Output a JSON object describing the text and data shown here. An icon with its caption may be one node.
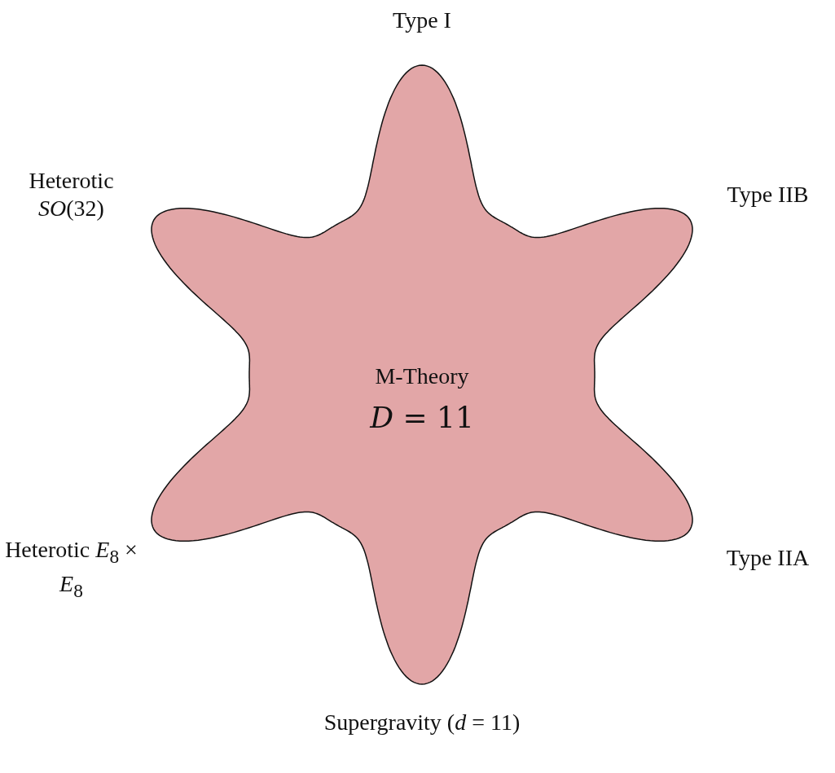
{
  "diagram": {
    "nodes": [
      {
        "text": [
          "M-Theory",
          "*D* = 11"
        ]
      }
    ],
    "labels": [
      "Type I",
      "Heterotic *SO*(32)",
      "Type IIB",
      "Heterotic *E*$_{8}$ × *E*$_{8}$",
      "Type IIA",
      "Supergravity (*d* = 11)"
    ]
  }
}
